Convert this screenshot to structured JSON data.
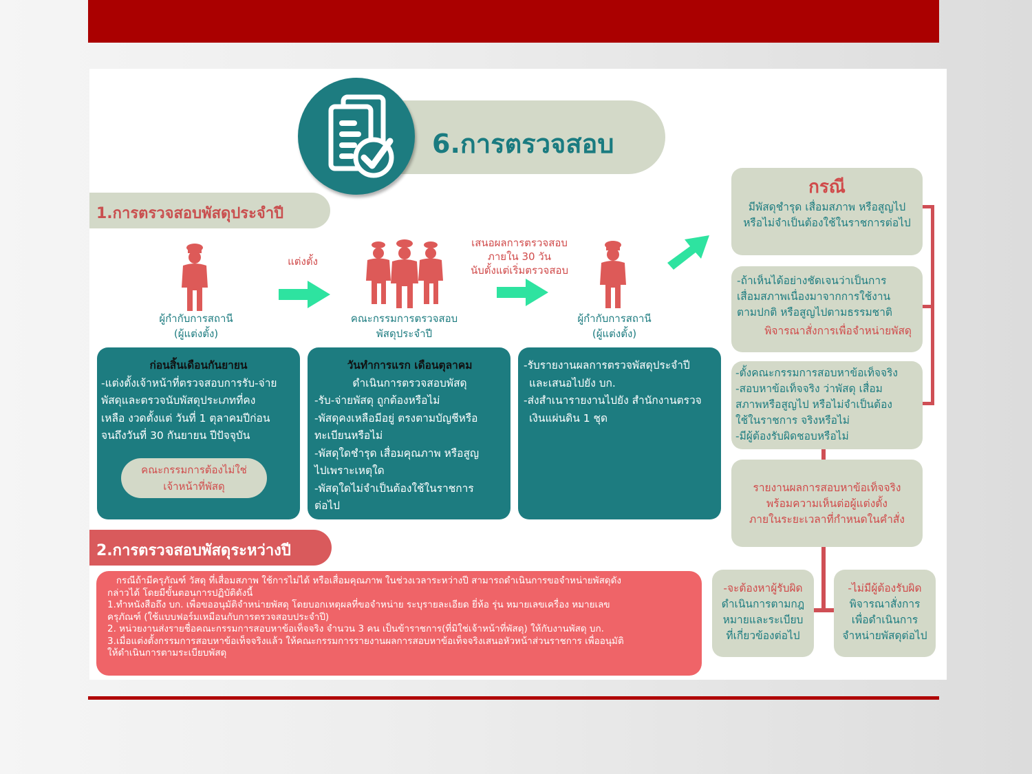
{
  "slide": {
    "top_bar_color": "#aa0000",
    "bottom_line_color": "#b00000"
  },
  "title": {
    "text": "6.การตรวจสอบ",
    "icon": "document-check-icon"
  },
  "section1": {
    "header": "1.การตรวจสอบพัสดุประจำปี",
    "flow": {
      "appointer_left": {
        "line1": "ผู้กำกับการสถานี",
        "line2": "(ผู้แต่งตั้ง)"
      },
      "arrow1_label": "แต่งตั้ง",
      "committee": {
        "line1": "คณะกรรมการตรวจสอบ",
        "line2": "พัสดุประจำปี"
      },
      "arrow2_label": {
        "line1": "เสนอผลการตรวจสอบ",
        "line2": "ภายใน 30 วัน",
        "line3": "นับตั้งแต่เริ่มตรวจสอบ"
      },
      "appointer_right": {
        "line1": "ผู้กำกับการสถานี",
        "line2": "(ผู้แต่งตั้ง)"
      }
    },
    "box1": {
      "heading": "ก่อนสิ้นเดือนกันยายน",
      "lines": [
        "-แต่งตั้งเจ้าหน้าที่ตรวจสอบการรับ-จ่าย",
        "พัสดุและตรวจนับพัสดุประเภทที่คง",
        "เหลือ งวดตั้งแต่ วันที่ 1 ตุลาคมปีก่อน",
        "จนถึงวันที่ 30 กันยายน ปีปัจจุบัน"
      ],
      "note": {
        "line1": "คณะกรรมการต้องไม่ใช่",
        "line2": "เจ้าหน้าที่พัสดุ"
      }
    },
    "box2": {
      "heading": "วันทำการแรก เดือนตุลาคม",
      "subheading": "ดำเนินการตรวจสอบพัสดุ",
      "lines": [
        "-รับ-จ่ายพัสดุ ถูกต้องหรือไม่",
        "-พัสดุคงเหลือมีอยู่ ตรงตามบัญชีหรือ",
        "ทะเบียนหรือไม่",
        "-พัสดุใดชำรุด เสื่อมคุณภาพ หรือสูญ",
        "ไปเพราะเหตุใด",
        "-พัสดุใดไม่จำเป็นต้องใช้ในราชการ",
        "ต่อไป"
      ]
    },
    "box3": {
      "lines": [
        "-รับรายงานผลการตรวจพัสดุประจำปี",
        "และเสนอไปยัง บก.",
        "-ส่งสำเนารายงานไปยัง สำนักงานตรวจ",
        "เงินแผ่นดิน 1 ชุด"
      ]
    }
  },
  "case_panel": {
    "box1": {
      "heading": "กรณี",
      "line1": "มีพัสดุชำรุด เสื่อมสภาพ หรือสูญไป",
      "line2": "หรือไม่จำเป็นต้องใช้ในราชการต่อไป"
    },
    "box2": {
      "lines": [
        "-ถ้าเห็นได้อย่างชัดเจนว่าเป็นการ",
        "เสื่อมสภาพเนื่องมาจากการใช้งาน",
        "ตามปกติ หรือสูญไปตามธรรมชาติ"
      ],
      "action": "พิจารณาสั่งการเพื่อจำหน่ายพัสดุ"
    },
    "box3": {
      "lines": [
        "-ตั้งคณะกรรมการสอบหาข้อเท็จจริง",
        "-สอบหาข้อเท็จจริง ว่าพัสดุ เสื่อม",
        "สภาพหรือสูญไป หรือไม่จำเป็นต้อง",
        "ใช้ในราชการ จริงหรือไม่",
        "-มีผู้ต้องรับผิดชอบหรือไม่"
      ]
    },
    "box4": {
      "lines": [
        "รายงานผลการสอบหาข้อเท็จจริง",
        "พร้อมความเห็นต่อผู้แต่งตั้ง",
        "ภายในระยะเวลาที่กำหนดในคำสั่ง"
      ]
    },
    "box5": {
      "heading": "-จะต้องหาผู้รับผิด",
      "lines": [
        "ดำเนินการตามกฎ",
        "หมายและระเบียบ",
        "ที่เกี่ยวข้องต่อไป"
      ]
    },
    "box6": {
      "heading": "-ไม่มีผู้ต้องรับผิด",
      "lines": [
        "พิจารณาสั่งการ",
        "เพื่อดำเนินการ",
        "จำหน่ายพัสดุต่อไป"
      ]
    }
  },
  "section2": {
    "header": "2.การตรวจสอบพัสดุระหว่างปี",
    "lines": [
      "   กรณีถ้ามีครุภัณฑ์ วัสดุ ที่เสื่อมสภาพ ใช้การไม่ได้ หรือเสื่อมคุณภาพ ในช่วงเวลาระหว่างปี สามารถดำเนินการขอจำหน่ายพัสดุดัง",
      "กล่าวได้ โดยมีขั้นตอนการปฏิบัติดังนี้",
      "1.ทำหนังสือถึง บก. เพื่อขออนุมัติจำหน่ายพัสดุ โดยบอกเหตุผลที่ขอจำหน่าย ระบุรายละเอียด ยี่ห้อ รุ่น หมายเลขเครื่อง หมายเลข",
      "ครุภัณฑ์ (ใช้แบบฟอร์มเหมือนกับการตรวจสอบประจำปี)",
      "2. หน่วยงานส่งรายชื่อคณะกรรมการสอบหาข้อเท็จจริง จำนวน 3 คน เป็นข้าราชการ(ที่มิใช่เจ้าหน้าที่พัสดุ) ให้กับงานพัสดุ บก.",
      "3.เมื่อแต่งตั้งกรรมการสอบหาข้อเท็จจริงแล้ว ให้คณะกรรมการรายงานผลการสอบหาข้อเท็จจริงเสนอหัวหน้าส่วนราชการ เพื่ออนุมัติ",
      "ให้ดำเนินการตามระเบียบพัสดุ"
    ]
  },
  "colors": {
    "teal": "#1d7c80",
    "sage": "#d3d9c8",
    "red_text": "#d04a4a",
    "coral": "#ef6468",
    "arrow_green": "#2ee3a0"
  }
}
